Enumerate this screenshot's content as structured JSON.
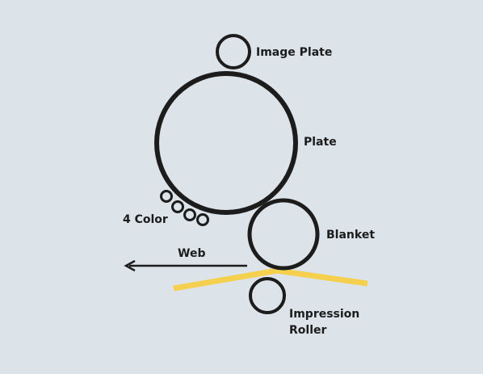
{
  "labels": {
    "image_plate": "Image Plate",
    "plate": "Plate",
    "four_color": "4 Color",
    "blanket": "Blanket",
    "web": "Web",
    "impression_line1": "Impression",
    "impression_line2": "Roller"
  },
  "colors": {
    "background": "#dce3e9",
    "stroke": "#1c1c1c",
    "web_paper": "#f5d04e"
  }
}
